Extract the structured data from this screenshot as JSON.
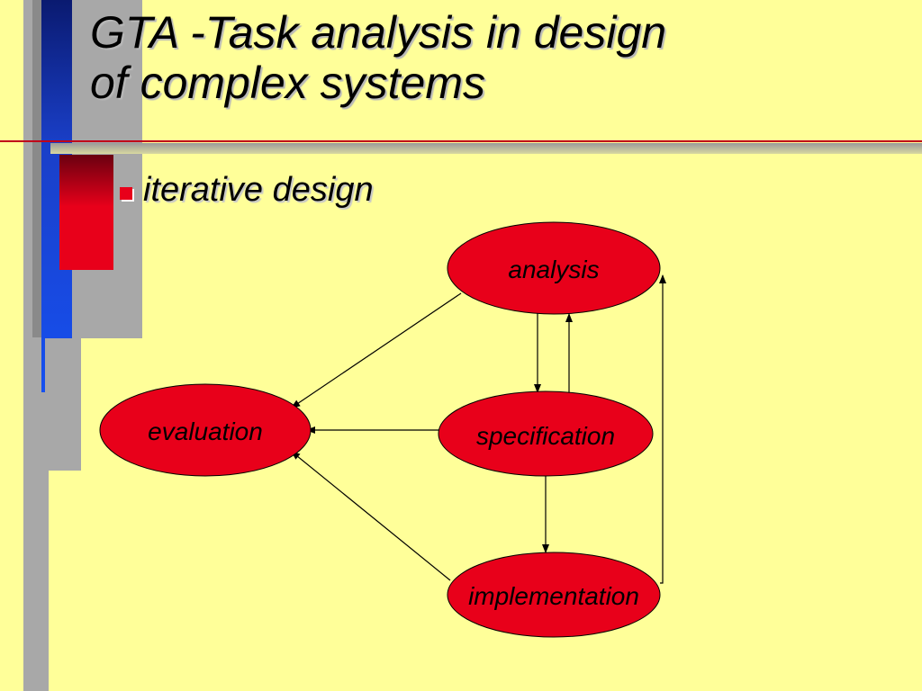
{
  "slide": {
    "title_line1": "GTA -Task analysis in design",
    "title_line2": "of complex systems",
    "bullet": "iterative design"
  },
  "diagram": {
    "nodes": [
      {
        "id": "analysis",
        "label": "analysis"
      },
      {
        "id": "evaluation",
        "label": "evaluation"
      },
      {
        "id": "specification",
        "label": "specification"
      },
      {
        "id": "implementation",
        "label": "implementation"
      }
    ],
    "edges": [
      {
        "from": "analysis",
        "to": "specification"
      },
      {
        "from": "specification",
        "to": "analysis"
      },
      {
        "from": "analysis",
        "to": "evaluation"
      },
      {
        "from": "specification",
        "to": "evaluation"
      },
      {
        "from": "implementation",
        "to": "evaluation"
      },
      {
        "from": "specification",
        "to": "implementation"
      },
      {
        "from": "implementation",
        "to": "analysis"
      }
    ]
  },
  "colors": {
    "background": "#FFFF99",
    "node_fill": "#E8001A",
    "accent_blue": "#1650F0",
    "rule_red": "#C0001A"
  }
}
